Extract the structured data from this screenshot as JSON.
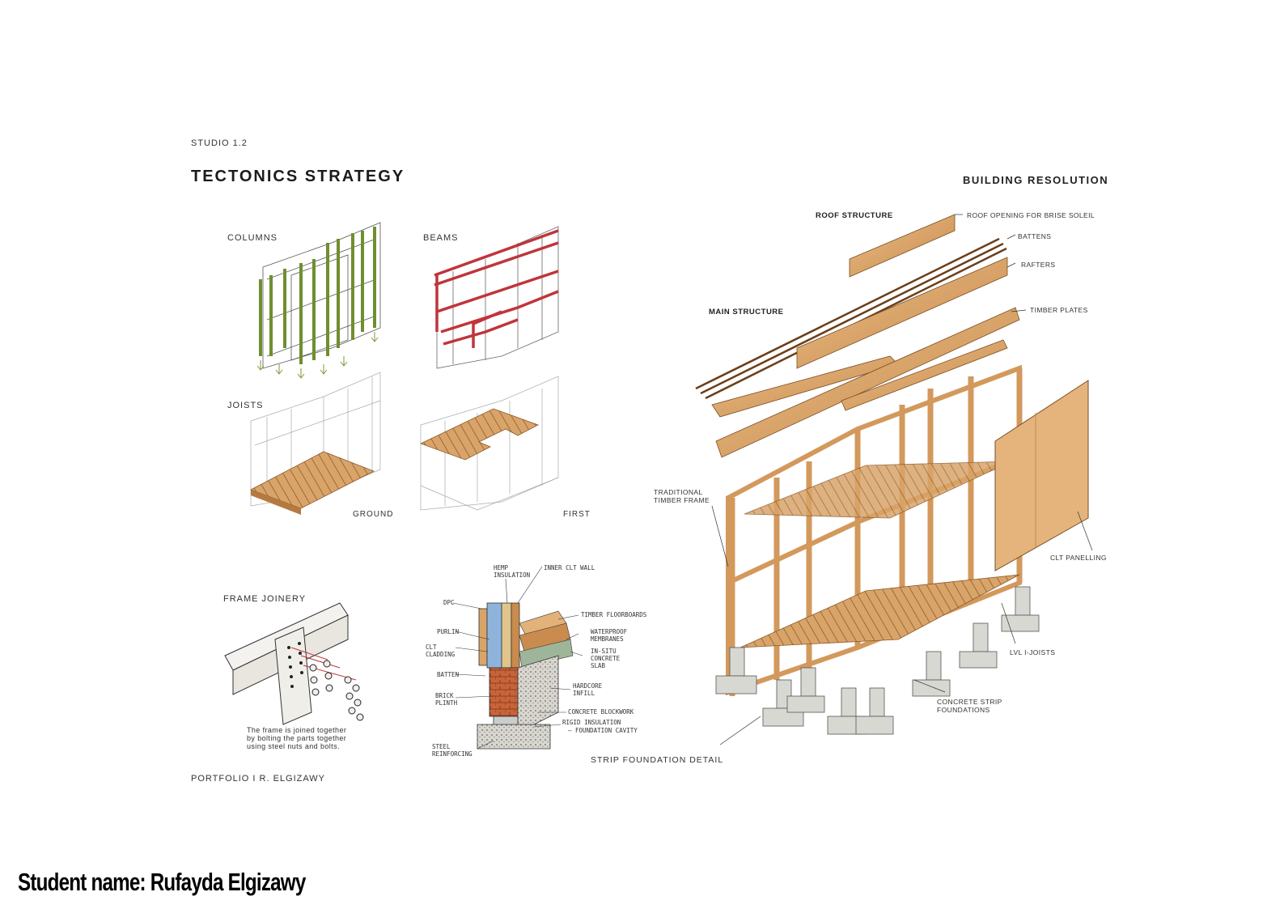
{
  "header": {
    "studio": "STUDIO 1.2",
    "title": "TECTONICS STRATEGY",
    "right_title": "BUILDING RESOLUTION"
  },
  "left_panels": {
    "columns": "COLUMNS",
    "beams": "BEAMS",
    "joists": "JOISTS",
    "ground": "GROUND",
    "first": "FIRST",
    "frame_joinery": "FRAME JOINERY",
    "joinery_note": "The frame is joined together by bolting the parts together using steel nuts and bolts."
  },
  "wall_section": {
    "hemp_insulation": "HEMP INSULATION",
    "inner_clt_wall": "INNER CLT WALL",
    "dpc": "DPC",
    "purlin": "PURLIN",
    "clt_cladding": "CLT CLADDING",
    "timber_floorboards": "TIMBER FLOORBOARDS",
    "waterproof_membranes": "WATERPROOF MEMBRANES",
    "in_situ_concrete_slab": "IN-SITU CONCRETE SLAB",
    "batten": "BATTEN",
    "brick_plinth": "BRICK PLINTH",
    "hardcore_infill": "HARDCORE INFILL",
    "concrete_blockwork": "CONCRETE BLOCKWORK",
    "rigid_insulation": "RIGID INSULATION",
    "foundation_cavity": "– FOUNDATION CAVITY",
    "steel_reinforcing": "STEEL REINFORCING"
  },
  "exploded": {
    "roof_structure": "ROOF STRUCTURE",
    "roof_opening": "ROOF OPENING FOR BRISE SOLEIL",
    "battens": "BATTENS",
    "rafters": "RAFTERS",
    "main_structure": "MAIN STRUCTURE",
    "timber_plates": "TIMBER PLATES",
    "traditional_timber_frame": "TRADITIONAL TIMBER FRAME",
    "clt_panelling": "CLT PANELLING",
    "lvl_i_joists": "LVL I-JOISTS",
    "concrete_strip_foundations": "CONCRETE STRIP FOUNDATIONS",
    "strip_foundation_detail": "STRIP FOUNDATION DETAIL"
  },
  "footer": {
    "portfolio": "PORTFOLIO I R. ELGIZAWY",
    "student": "Student name: Rufayda Elgizawy"
  },
  "colors": {
    "timber": "#d9a46a",
    "timber_dark": "#a8703a",
    "column_green": "#7a9a3a",
    "beam_red": "#c0353a",
    "concrete": "#d8d8d2",
    "clt_blue": "#8fb4dc",
    "brick": "#c8643a"
  }
}
